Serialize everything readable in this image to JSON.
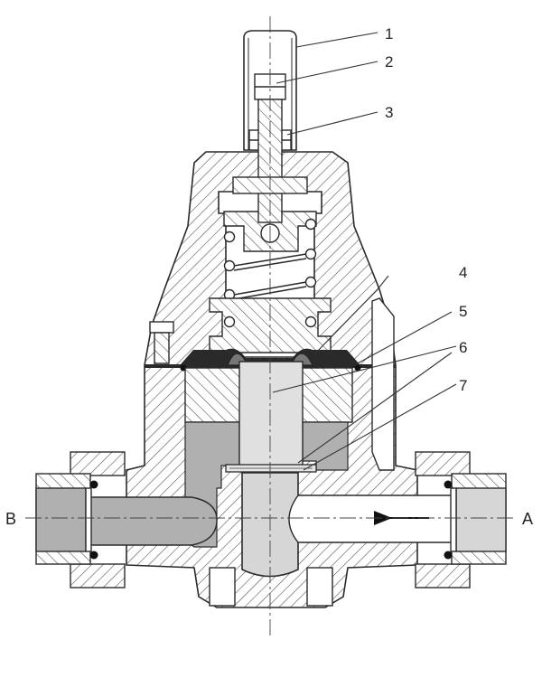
{
  "diagram": {
    "callouts": [
      "1",
      "2",
      "3",
      "4",
      "5",
      "6",
      "7"
    ],
    "ports": {
      "left": "B",
      "right": "A"
    }
  },
  "colors": {
    "line": "#2a2a2a",
    "hatch": "#555555",
    "channel_gray": "#b0b0b0",
    "insert_gray": "#d6d6d6",
    "background": "#ffffff"
  }
}
